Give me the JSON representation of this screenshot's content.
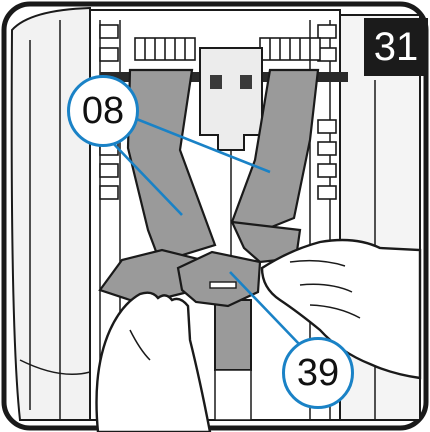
{
  "step": {
    "number": "31"
  },
  "callouts": [
    {
      "label": "08",
      "part": "shoulder-harness-strap"
    },
    {
      "label": "39",
      "part": "harness-buckle-tongue"
    }
  ],
  "colors": {
    "leader_line": "#1a82c6",
    "strap_fill": "#9a9a9a",
    "outline": "#1a1a1a",
    "step_badge": "#1b1b1b",
    "accent_red": "#e31e24"
  }
}
